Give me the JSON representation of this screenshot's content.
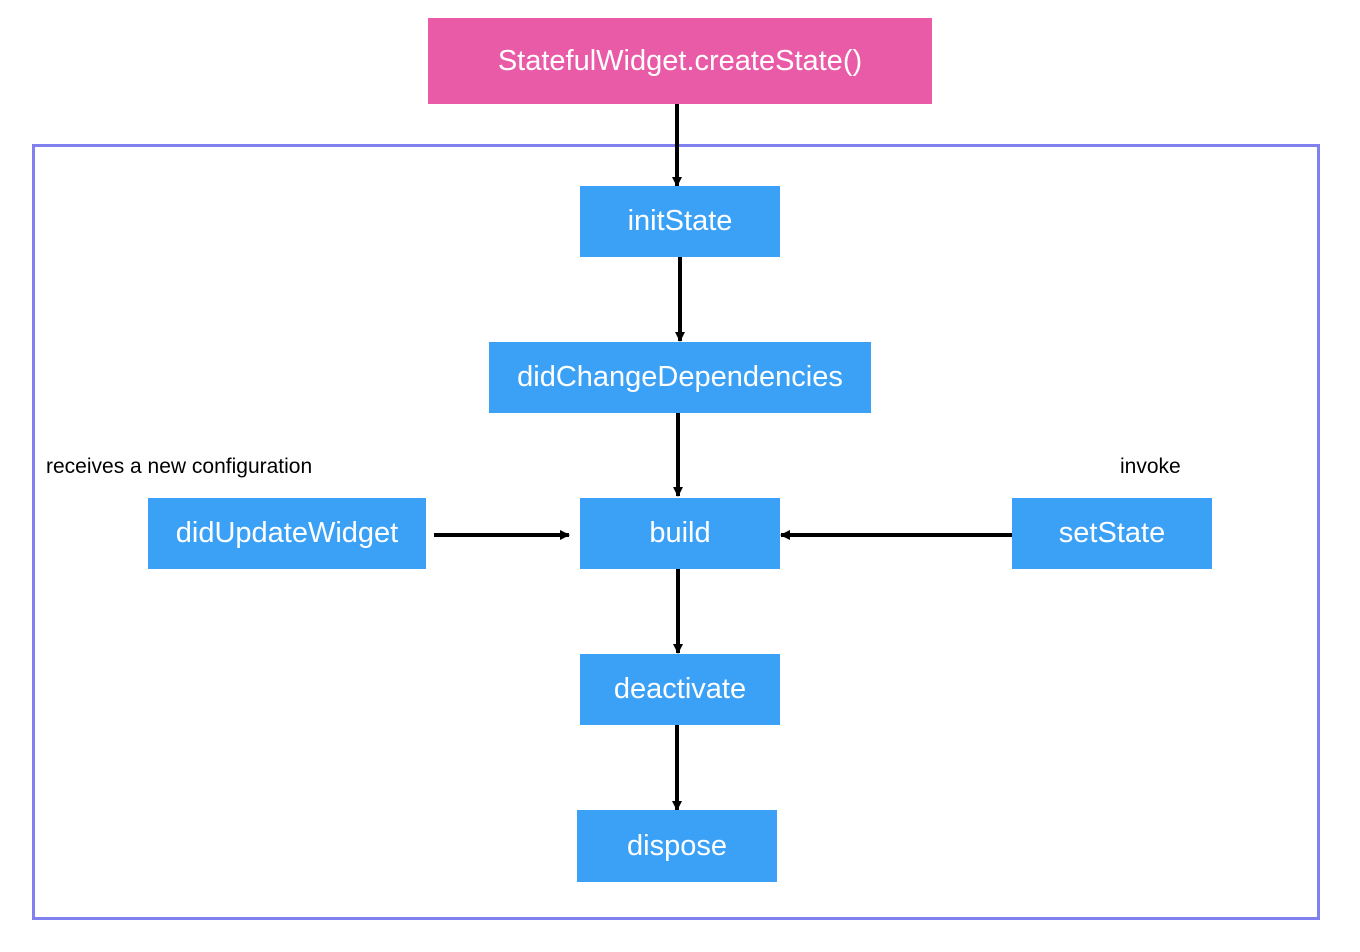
{
  "colors": {
    "container_border": "#8080ee",
    "node_blue": "#3ba1f7",
    "node_pink": "#e95ba7",
    "arrow": "#000000"
  },
  "nodes": {
    "create_state": "StatefulWidget.createState()",
    "init_state": "initState",
    "did_change_dependencies": "didChangeDependencies",
    "build": "build",
    "did_update_widget": "didUpdateWidget",
    "set_state": "setState",
    "deactivate": "deactivate",
    "dispose": "dispose"
  },
  "labels": {
    "new_configuration": "receives a new configuration",
    "invoke": "invoke"
  }
}
